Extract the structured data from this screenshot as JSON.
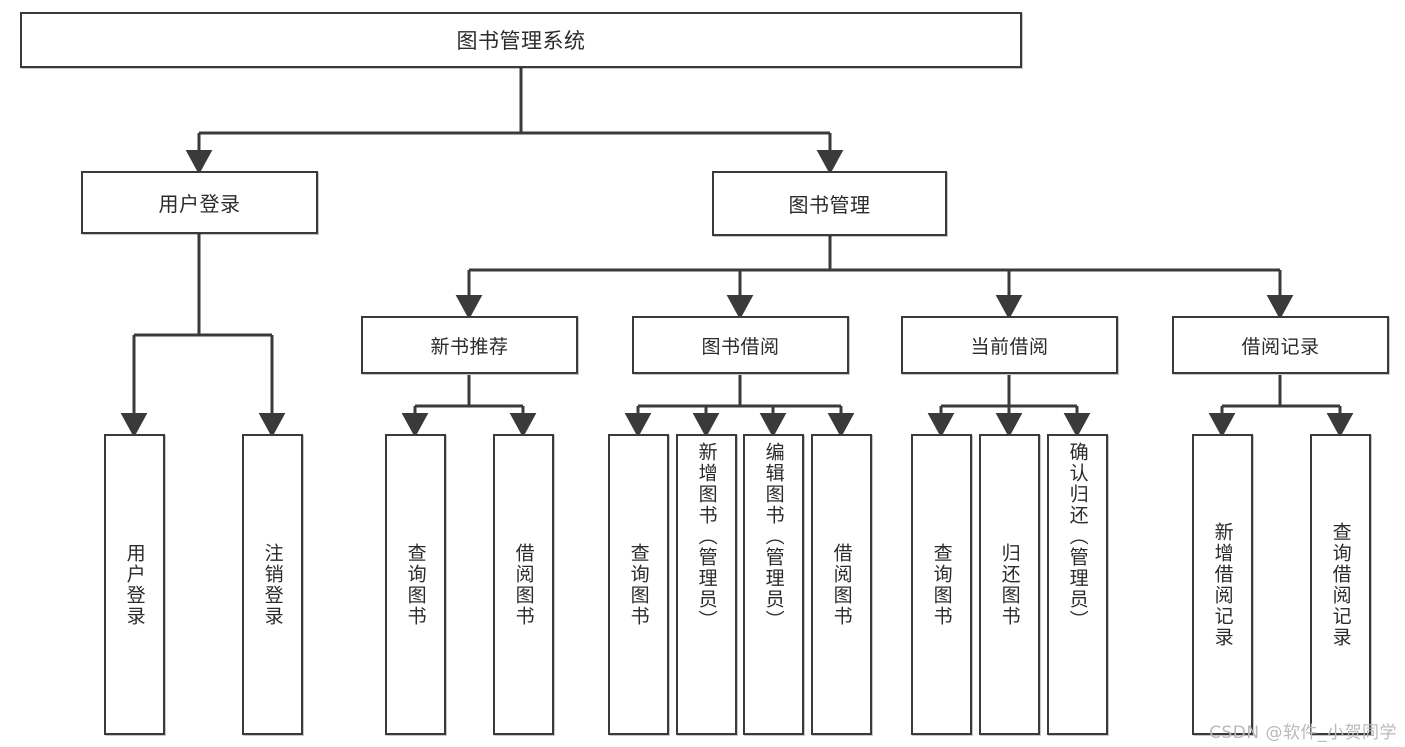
{
  "diagram": {
    "title": "图书管理系统",
    "type": "hierarchy-tree",
    "watermark": "CSDN @软件_小贺同学",
    "colors": {
      "stroke": "#3a3a3a",
      "fill": "#ffffff",
      "text": "#2b2b2b",
      "watermark": "#b9b9b9"
    },
    "nodes": {
      "root": {
        "label": "图书管理系统",
        "level": 0
      },
      "level1": [
        {
          "id": "user-login",
          "label": "用户登录"
        },
        {
          "id": "book-manage",
          "label": "图书管理"
        }
      ],
      "level2": [
        {
          "id": "new-book-recommend",
          "label": "新书推荐",
          "parent": "book-manage"
        },
        {
          "id": "book-borrow",
          "label": "图书借阅",
          "parent": "book-manage"
        },
        {
          "id": "current-borrow",
          "label": "当前借阅",
          "parent": "book-manage"
        },
        {
          "id": "borrow-record",
          "label": "借阅记录",
          "parent": "book-manage"
        }
      ],
      "leaves": [
        {
          "id": "leaf-user-login",
          "label": "用户登录",
          "parent": "user-login"
        },
        {
          "id": "leaf-user-logout",
          "label": "注销登录",
          "parent": "user-login"
        },
        {
          "id": "leaf-query-book-1",
          "label": "查询图书",
          "parent": "new-book-recommend"
        },
        {
          "id": "leaf-borrow-book-1",
          "label": "借阅图书",
          "parent": "new-book-recommend"
        },
        {
          "id": "leaf-query-book-2",
          "label": "查询图书",
          "parent": "book-borrow"
        },
        {
          "id": "leaf-add-book",
          "label": "新增图书（管理员）",
          "parent": "book-borrow"
        },
        {
          "id": "leaf-edit-book",
          "label": "编辑图书（管理员）",
          "parent": "book-borrow"
        },
        {
          "id": "leaf-borrow-book-2",
          "label": "借阅图书",
          "parent": "book-borrow"
        },
        {
          "id": "leaf-query-book-3",
          "label": "查询图书",
          "parent": "current-borrow"
        },
        {
          "id": "leaf-return-book",
          "label": "归还图书",
          "parent": "current-borrow"
        },
        {
          "id": "leaf-confirm-return",
          "label": "确认归还（管理员）",
          "parent": "current-borrow"
        },
        {
          "id": "leaf-add-record",
          "label": "新增借阅记录",
          "parent": "borrow-record"
        },
        {
          "id": "leaf-query-record",
          "label": "查询借阅记录",
          "parent": "borrow-record"
        }
      ]
    }
  }
}
